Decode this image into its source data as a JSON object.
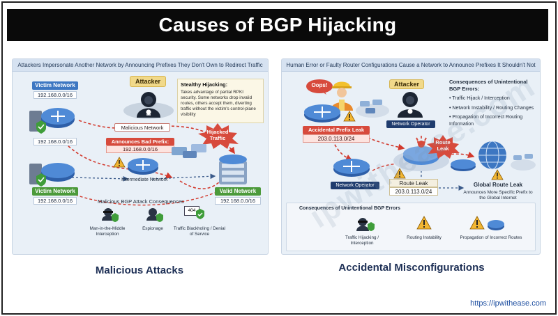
{
  "title": "Causes of BGP Hijacking",
  "left": {
    "header": "Attackers Impersonate Another Network by Announcing Prefixes They Don't Own to Redirect Traffic",
    "victim_network_top": "Victim Network",
    "victim_ip_top_a": "192.168.0.0/16",
    "victim_ip_top_b": "192.168.0.0/16",
    "attacker": "Attacker",
    "stealthy_title": "Stealthy Hijacking:",
    "stealthy_text": "Takes advantage of partial RPKI security. Some networks drop invalid routes, others accept them, diverting traffic without the victim's control-plane visibility",
    "malicious_network": "Malicious Network",
    "announces_bad_prefix": "Announces Bad Prefix:",
    "bad_prefix": "192.168.0.0/16",
    "hijacked_traffic": "Hijacked Traffic",
    "victim_network_bottom": "Victim Network",
    "victim_ip_bottom": "192.168.0.0/16",
    "intermediate_network": "Intermediate Network",
    "valid_network": "Valid Network",
    "valid_ip": "192.168.0.0/16",
    "consequences_title": "Malicious BGP Attack Consequences",
    "cons_1": "Man-in-the-Middle Interception",
    "cons_2": "Espionage",
    "cons_3": "Traffic Blackholing / Denial of Service",
    "badge_404": "404",
    "caption": "Malicious Attacks"
  },
  "right": {
    "header": "Human Error or Faulty Router Configurations Cause a Network to Announce Prefixes It Shouldn't Not",
    "oops": "Oops!",
    "attacker": "Attacker",
    "network_operator_top": "Network Operator",
    "consequences_title": "Consequences of Unintentional BGP Errors:",
    "cons_a": "Traffic Hijack / Interception",
    "cons_b": "Network Instability / Routing Changes",
    "cons_c": "Propagation of Incorrect Routing Information",
    "accidental_prefix_leak": "Accidental Prefix Leak",
    "leak_prefix": "203.0.113.0/24",
    "route_leak_bubble": "Route Leak",
    "network_operator_bottom": "Network Operator",
    "route_leak_box": "Route Leak",
    "route_leak_prefix": "203.0.113.0/24",
    "global_route_leak": "Global Route Leak",
    "global_route_leak_sub": "Announces More Specific Prefix to the Global Internet",
    "bottom_title": "Consequences of Unintentional BGP Errors",
    "b_cons_1": "Traffic Hijacking / Interception",
    "b_cons_2": "Routing Instability",
    "b_cons_3": "Propagation of Incorrect Routes",
    "caption": "Accidental Misconfigurations"
  },
  "watermark": "ipwithease.com",
  "url": "https://ipwithease.com",
  "colors": {
    "title_bg": "#0a0a0a",
    "blue": "#3d77c2",
    "green": "#4c9a3a",
    "red": "#d74a3c",
    "navy": "#1f3c6e",
    "caption": "#1d2f55"
  }
}
